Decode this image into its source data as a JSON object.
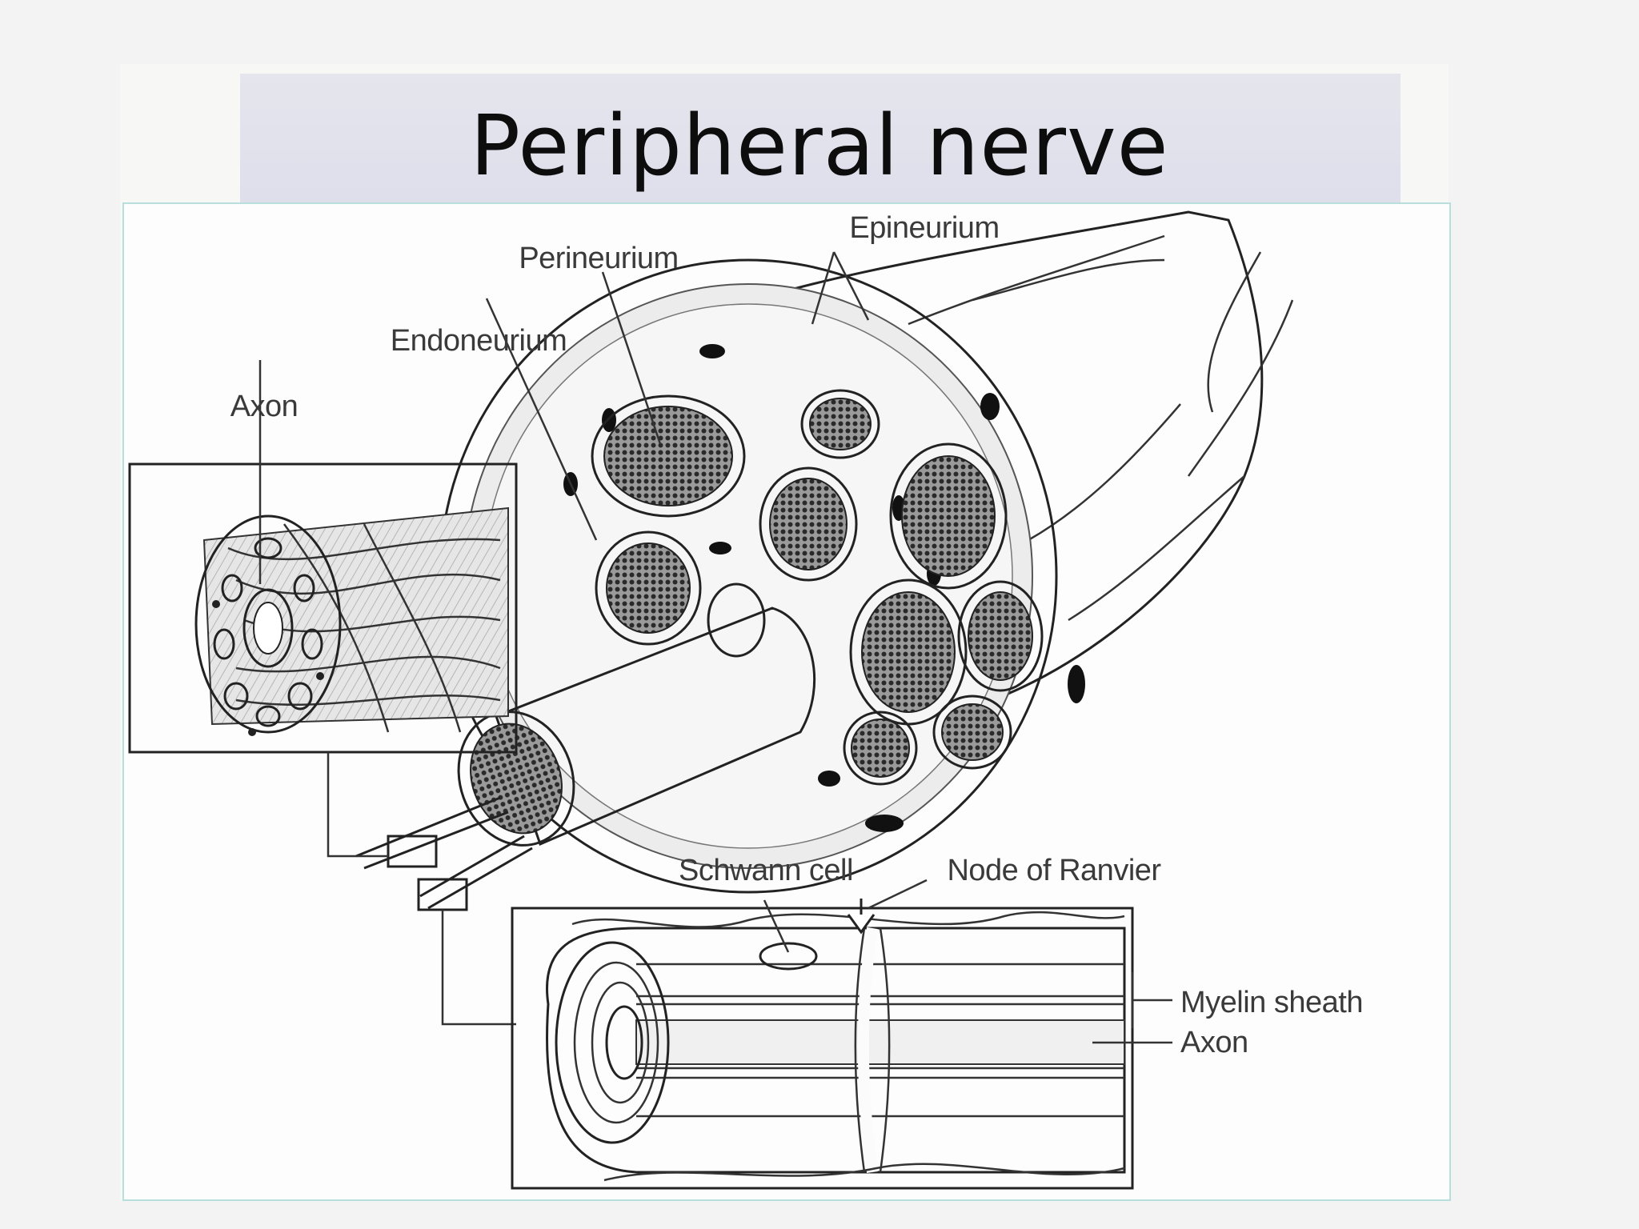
{
  "slide": {
    "title": "Peripheral nerve"
  },
  "diagram": {
    "labels": {
      "epineurium": "Epineurium",
      "perineurium": "Perineurium",
      "endoneurium": "Endoneurium",
      "axon_top": "Axon",
      "schwann_cell": "Schwann cell",
      "node_of_ranvier": "Node of Ranvier",
      "myelin_sheath": "Myelin sheath",
      "axon_bottom": "Axon"
    }
  }
}
